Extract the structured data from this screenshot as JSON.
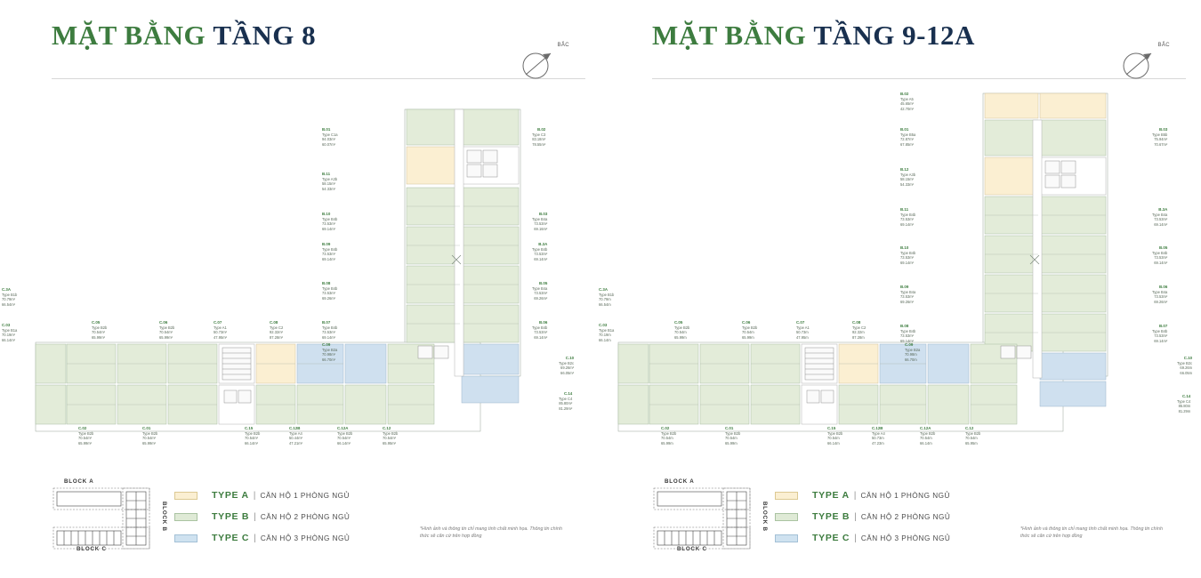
{
  "document": {
    "type": "floor-plan-sheet",
    "language": "vi",
    "colors": {
      "type_a": "#fbefd2",
      "type_b": "#e3ecd9",
      "type_c": "#cfe0ef",
      "accent_green": "#3d7c3f",
      "title_navy": "#19304f"
    }
  },
  "panels": [
    {
      "header": {
        "title_prefix": "MẶT BẰNG",
        "title_suffix": "TẦNG 8",
        "compass_label": "BẮC",
        "compass_icon": "compass-north-arrow-icon"
      },
      "units": [
        {
          "id": "B.01",
          "type": "Type C1a",
          "area_gross": "94.03m²",
          "area_net": "60.07m²"
        },
        {
          "id": "B.02",
          "type": "Type C3",
          "area_gross": "83.18m²",
          "area_net": "78.55m²"
        },
        {
          "id": "B.11",
          "type": "Type A3b",
          "area_gross": "58.15m²",
          "area_net": "54.33m²"
        },
        {
          "id": "B.10",
          "type": "Type B4b",
          "area_gross": "73.53m²",
          "area_net": "69.14m²"
        },
        {
          "id": "B.03",
          "type": "Type B4a",
          "area_gross": "73.53m²",
          "area_net": "69.16m²"
        },
        {
          "id": "B.09",
          "type": "Type B4b",
          "area_gross": "73.53m²",
          "area_net": "69.14m²"
        },
        {
          "id": "B.3A",
          "type": "Type B4b",
          "area_gross": "73.53m²",
          "area_net": "69.14m²"
        },
        {
          "id": "B.08",
          "type": "Type B4b",
          "area_gross": "73.53m²",
          "area_net": "69.26m²"
        },
        {
          "id": "B.05",
          "type": "Type B4a",
          "area_gross": "73.53m²",
          "area_net": "69.26m²"
        },
        {
          "id": "B.07",
          "type": "Type B4b",
          "area_gross": "73.53m²",
          "area_net": "69.14m²"
        },
        {
          "id": "B.06",
          "type": "Type B4b",
          "area_gross": "73.53m²",
          "area_net": "69.14m²"
        },
        {
          "id": "C.05",
          "type": "Type B2b",
          "area_gross": "70.54m²",
          "area_net": "65.99m²"
        },
        {
          "id": "C.06",
          "type": "Type B2b",
          "area_gross": "70.54m²",
          "area_net": "65.99m²"
        },
        {
          "id": "C.07",
          "type": "Type A1",
          "area_gross": "50.73m²",
          "area_net": "47.95m²"
        },
        {
          "id": "C.08",
          "type": "Type C2",
          "area_gross": "92.32m²",
          "area_net": "87.28m²"
        },
        {
          "id": "C.09",
          "type": "Type B2a",
          "area_gross": "70.98m²",
          "area_net": "66.70m²"
        },
        {
          "id": "C.10",
          "type": "Type B2c",
          "area_gross": "69.26m²",
          "area_net": "66.05m²"
        },
        {
          "id": "C.14",
          "type": "Type C4",
          "area_gross": "85.80m²",
          "area_net": "81.29m²"
        },
        {
          "id": "C.3A",
          "type": "Type B1b",
          "area_gross": "70.79m²",
          "area_net": "66.54m²"
        },
        {
          "id": "C.03",
          "type": "Type B1a",
          "area_gross": "70.19m²",
          "area_net": "66.14m²"
        },
        {
          "id": "C.02",
          "type": "Type B2b",
          "area_gross": "70.54m²",
          "area_net": "65.99m²"
        },
        {
          "id": "C.01",
          "type": "Type B2b",
          "area_gross": "70.54m²",
          "area_net": "65.99m²"
        },
        {
          "id": "C.15",
          "type": "Type B2b",
          "area_gross": "70.54m²",
          "area_net": "66.14m²"
        },
        {
          "id": "C.12B",
          "type": "Type A4",
          "area_gross": "50.44m²",
          "area_net": "47.21m²"
        },
        {
          "id": "C.12A",
          "type": "Type B2b",
          "area_gross": "70.54m²",
          "area_net": "66.14m²"
        },
        {
          "id": "C.12",
          "type": "Type B2b",
          "area_gross": "70.54m²",
          "area_net": "65.95m²"
        }
      ],
      "legend": [
        {
          "type": "TYPE A",
          "sep": "|",
          "desc": "CĂN HỘ 1 PHÒNG NGỦ",
          "swatch": "type_a"
        },
        {
          "type": "TYPE B",
          "sep": "|",
          "desc": "CĂN HỘ 2 PHÒNG NGỦ",
          "swatch": "type_b"
        },
        {
          "type": "TYPE C",
          "sep": "|",
          "desc": "CĂN HỘ 3 PHÒNG NGỦ",
          "swatch": "type_c"
        }
      ],
      "block_key": {
        "block_a": "BLOCK A",
        "block_b": "BLOCK B",
        "block_c": "BLOCK C"
      },
      "disclaimer": "*Hình ảnh và thông tin chỉ mang tính chất minh họa. Thông tin chính thức sẽ căn cứ trên hợp đồng"
    },
    {
      "header": {
        "title_prefix": "MẶT BẰNG",
        "title_suffix": "TẦNG 9-12A",
        "compass_label": "BẮC",
        "compass_icon": "compass-north-arrow-icon"
      },
      "units": [
        {
          "id": "B.02",
          "type": "Type A5",
          "area_gross": "45.65m²",
          "area_net": "42.70m²"
        },
        {
          "id": "B.01",
          "type": "Type B5a",
          "area_gross": "72.87m²",
          "area_net": "67.85m²"
        },
        {
          "id": "B.03",
          "type": "Type B5b",
          "area_gross": "75.94m²",
          "area_net": "70.67m²"
        },
        {
          "id": "B.12",
          "type": "Type A3b",
          "area_gross": "58.15m²",
          "area_net": "54.33m²"
        },
        {
          "id": "B.11",
          "type": "Type B4b",
          "area_gross": "73.53m²",
          "area_net": "69.14m²"
        },
        {
          "id": "B.3A",
          "type": "Type B4a",
          "area_gross": "73.53m²",
          "area_net": "69.14m²"
        },
        {
          "id": "B.10",
          "type": "Type B4b",
          "area_gross": "73.53m²",
          "area_net": "69.14m²"
        },
        {
          "id": "B.05",
          "type": "Type B4b",
          "area_gross": "73.53m²",
          "area_net": "69.14m²"
        },
        {
          "id": "B.09",
          "type": "Type B4a",
          "area_gross": "73.53m²",
          "area_net": "69.26m²"
        },
        {
          "id": "B.06",
          "type": "Type B4a",
          "area_gross": "73.53m²",
          "area_net": "69.26m²"
        },
        {
          "id": "B.08",
          "type": "Type B4b",
          "area_gross": "73.53m²",
          "area_net": "69.14m²"
        },
        {
          "id": "B.07",
          "type": "Type B4b",
          "area_gross": "73.53m²",
          "area_net": "69.14m²"
        },
        {
          "id": "C.05",
          "type": "Type B2b",
          "area_gross": "70.54m",
          "area_net": "65.99m"
        },
        {
          "id": "C.06",
          "type": "Type B2b",
          "area_gross": "70.54m",
          "area_net": "65.99m"
        },
        {
          "id": "C.07",
          "type": "Type A1",
          "area_gross": "50.73m",
          "area_net": "47.95m"
        },
        {
          "id": "C.08",
          "type": "Type C2",
          "area_gross": "92.32m",
          "area_net": "87.28m"
        },
        {
          "id": "C.09",
          "type": "Type B2a",
          "area_gross": "70.98m",
          "area_net": "66.70m"
        },
        {
          "id": "C.10",
          "type": "Type B2c",
          "area_gross": "69.26m",
          "area_net": "66.05m"
        },
        {
          "id": "C.14",
          "type": "Type C4",
          "area_gross": "85.80m",
          "area_net": "81.29m"
        },
        {
          "id": "C.3A",
          "type": "Type B1b",
          "area_gross": "70.79m",
          "area_net": "66.54m"
        },
        {
          "id": "C.03",
          "type": "Type B1a",
          "area_gross": "70.19m",
          "area_net": "66.14m"
        },
        {
          "id": "C.02",
          "type": "Type B2b",
          "area_gross": "70.54m",
          "area_net": "65.99m"
        },
        {
          "id": "C.01",
          "type": "Type B2b",
          "area_gross": "70.54m",
          "area_net": "65.99m"
        },
        {
          "id": "C.15",
          "type": "Type B2b",
          "area_gross": "70.54m",
          "area_net": "66.14m"
        },
        {
          "id": "C.12B",
          "type": "Type A4",
          "area_gross": "50.73m",
          "area_net": "47.23m"
        },
        {
          "id": "C.12A",
          "type": "Type B2b",
          "area_gross": "70.54m",
          "area_net": "66.14m"
        },
        {
          "id": "C.12",
          "type": "Type B2b",
          "area_gross": "70.54m",
          "area_net": "65.95m"
        }
      ],
      "legend": [
        {
          "type": "TYPE A",
          "sep": "|",
          "desc": "CĂN HỘ 1 PHÒNG NGỦ",
          "swatch": "type_a"
        },
        {
          "type": "TYPE B",
          "sep": "|",
          "desc": "CĂN HỘ 2 PHÒNG NGỦ",
          "swatch": "type_b"
        },
        {
          "type": "TYPE C",
          "sep": "|",
          "desc": "CĂN HỘ 3 PHÒNG NGỦ",
          "swatch": "type_c"
        }
      ],
      "block_key": {
        "block_a": "BLOCK A",
        "block_b": "BLOCK B",
        "block_c": "BLOCK C"
      },
      "disclaimer": "*Hình ảnh và thông tin chỉ mang tính chất minh họa. Thông tin chính thức sẽ căn cứ trên hợp đồng"
    }
  ]
}
